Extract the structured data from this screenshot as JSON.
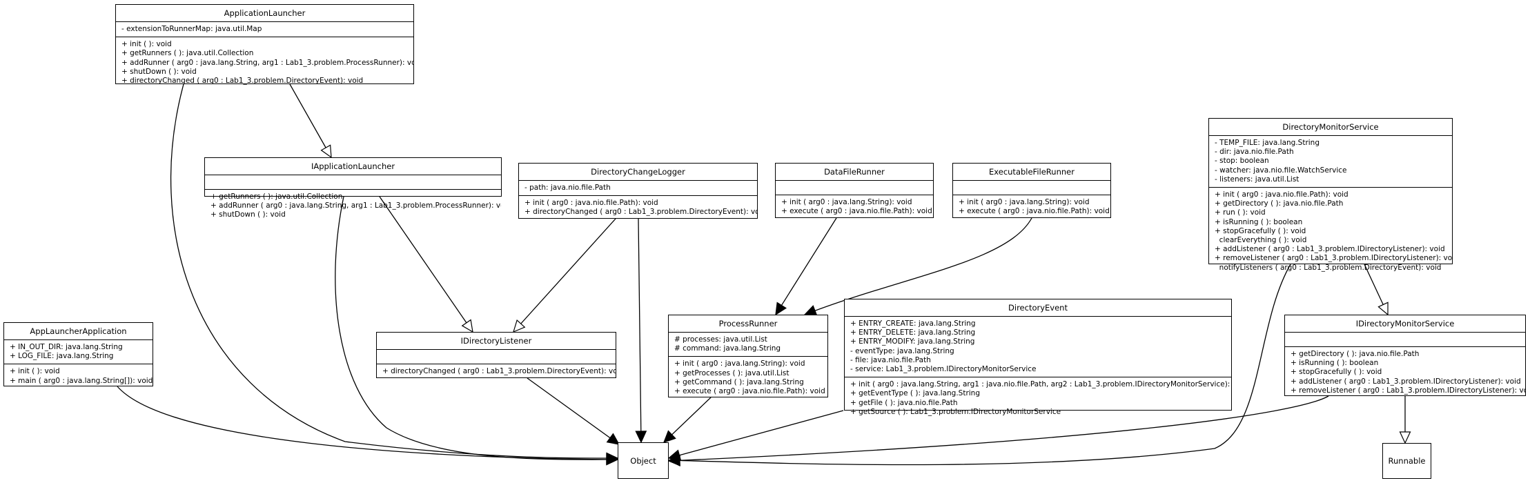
{
  "classes": {
    "application_launcher": {
      "name": "ApplicationLauncher",
      "attributes": [
        "- extensionToRunnerMap: java.util.Map"
      ],
      "methods": [
        "+ init ( ): void",
        "+ getRunners ( ): java.util.Collection",
        "+ addRunner ( arg0 : java.lang.String, arg1 : Lab1_3.problem.ProcessRunner): void",
        "+ shutDown ( ): void",
        "+ directoryChanged ( arg0 : Lab1_3.problem.DirectoryEvent): void"
      ]
    },
    "i_application_launcher": {
      "name": "IApplicationLauncher",
      "attributes": [],
      "methods": [
        "+ getRunners ( ): java.util.Collection",
        "+ addRunner ( arg0 : java.lang.String, arg1 : Lab1_3.problem.ProcessRunner): void",
        "+ shutDown ( ): void"
      ]
    },
    "directory_change_logger": {
      "name": "DirectoryChangeLogger",
      "attributes": [
        "- path: java.nio.file.Path"
      ],
      "methods": [
        "+ init ( arg0 : java.nio.file.Path): void",
        "+ directoryChanged ( arg0 : Lab1_3.problem.DirectoryEvent): void"
      ]
    },
    "data_file_runner": {
      "name": "DataFileRunner",
      "attributes": [],
      "methods": [
        "+ init ( arg0 : java.lang.String): void",
        "+ execute ( arg0 : java.nio.file.Path): void"
      ]
    },
    "executable_file_runner": {
      "name": "ExecutableFileRunner",
      "attributes": [],
      "methods": [
        "+ init ( arg0 : java.lang.String): void",
        "+ execute ( arg0 : java.nio.file.Path): void"
      ]
    },
    "directory_monitor_service": {
      "name": "DirectoryMonitorService",
      "attributes": [
        "- TEMP_FILE: java.lang.String",
        "- dir: java.nio.file.Path",
        "- stop: boolean",
        "- watcher: java.nio.file.WatchService",
        "- listeners: java.util.List"
      ],
      "methods": [
        "+ init ( arg0 : java.nio.file.Path): void",
        "+ getDirectory ( ): java.nio.file.Path",
        "+ run ( ): void",
        "+ isRunning ( ): boolean",
        "+ stopGracefully ( ): void",
        "  clearEverything ( ): void",
        "+ addListener ( arg0 : Lab1_3.problem.IDirectoryListener): void",
        "+ removeListener ( arg0 : Lab1_3.problem.IDirectoryListener): void",
        "  notifyListeners ( arg0 : Lab1_3.problem.DirectoryEvent): void"
      ]
    },
    "app_launcher_application": {
      "name": "AppLauncherApplication",
      "attributes": [
        "+ IN_OUT_DIR: java.lang.String",
        "+ LOG_FILE: java.lang.String"
      ],
      "methods": [
        "+ init ( ): void",
        "+ main ( arg0 : java.lang.String[]): void"
      ]
    },
    "i_directory_listener": {
      "name": "IDirectoryListener",
      "attributes": [],
      "methods": [
        "+ directoryChanged ( arg0 : Lab1_3.problem.DirectoryEvent): void"
      ]
    },
    "process_runner": {
      "name": "ProcessRunner",
      "attributes": [
        "# processes: java.util.List",
        "# command: java.lang.String"
      ],
      "methods": [
        "+ init ( arg0 : java.lang.String): void",
        "+ getProcesses ( ): java.util.List",
        "+ getCommand ( ): java.lang.String",
        "+ execute ( arg0 : java.nio.file.Path): void"
      ]
    },
    "directory_event": {
      "name": "DirectoryEvent",
      "attributes": [
        "+ ENTRY_CREATE: java.lang.String",
        "+ ENTRY_DELETE: java.lang.String",
        "+ ENTRY_MODIFY: java.lang.String",
        "- eventType: java.lang.String",
        "- file: java.nio.file.Path",
        "- service: Lab1_3.problem.IDirectoryMonitorService"
      ],
      "methods": [
        "+ init ( arg0 : java.lang.String, arg1 : java.nio.file.Path, arg2 : Lab1_3.problem.IDirectoryMonitorService): void",
        "+ getEventType ( ): java.lang.String",
        "+ getFile ( ): java.nio.file.Path",
        "+ getSource ( ): Lab1_3.problem.IDirectoryMonitorService"
      ]
    },
    "i_directory_monitor_service": {
      "name": "IDirectoryMonitorService",
      "attributes": [],
      "methods": [
        "+ getDirectory ( ): java.nio.file.Path",
        "+ isRunning ( ): boolean",
        "+ stopGracefully ( ): void",
        "+ addListener ( arg0 : Lab1_3.problem.IDirectoryListener): void",
        "+ removeListener ( arg0 : Lab1_3.problem.IDirectoryListener): void"
      ]
    },
    "object": {
      "name": "Object"
    },
    "runnable": {
      "name": "Runnable"
    }
  },
  "relations": [
    {
      "from": "application_launcher",
      "to": "i_application_launcher",
      "kind": "realization"
    },
    {
      "from": "application_launcher",
      "to": "object",
      "kind": "association"
    },
    {
      "from": "i_application_launcher",
      "to": "i_directory_listener",
      "kind": "realization"
    },
    {
      "from": "i_application_launcher",
      "to": "object",
      "kind": "association"
    },
    {
      "from": "directory_change_logger",
      "to": "i_directory_listener",
      "kind": "realization"
    },
    {
      "from": "directory_change_logger",
      "to": "object",
      "kind": "association"
    },
    {
      "from": "data_file_runner",
      "to": "process_runner",
      "kind": "association"
    },
    {
      "from": "executable_file_runner",
      "to": "process_runner",
      "kind": "association"
    },
    {
      "from": "app_launcher_application",
      "to": "object",
      "kind": "association"
    },
    {
      "from": "i_directory_listener",
      "to": "object",
      "kind": "association"
    },
    {
      "from": "process_runner",
      "to": "object",
      "kind": "association"
    },
    {
      "from": "directory_event",
      "to": "object",
      "kind": "association"
    },
    {
      "from": "directory_monitor_service",
      "to": "i_directory_monitor_service",
      "kind": "realization"
    },
    {
      "from": "directory_monitor_service",
      "to": "object",
      "kind": "association"
    },
    {
      "from": "i_directory_monitor_service",
      "to": "object",
      "kind": "association"
    },
    {
      "from": "i_directory_monitor_service",
      "to": "runnable",
      "kind": "realization"
    }
  ]
}
